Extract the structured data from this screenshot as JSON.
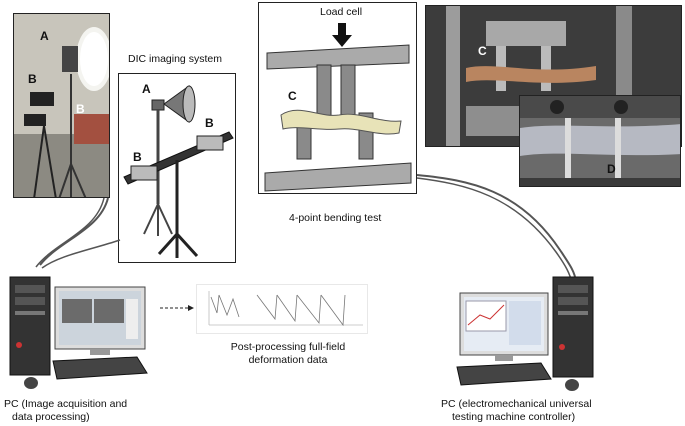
{
  "labels": {
    "dic_title": "DIC imaging system",
    "load_cell": "Load cell",
    "bending_test": "4-point bending test",
    "post_processing_1": "Post-processing full-field",
    "post_processing_2": "deformation data",
    "pc_left_1": "PC (Image acquisition and",
    "pc_left_2": "data processing)",
    "pc_right_1": "PC (electromechanical universal",
    "pc_right_2": "testing machine controller)"
  },
  "markers": {
    "a": "A",
    "b": "B",
    "c": "C",
    "d": "D"
  },
  "colors": {
    "line": "#222222",
    "cable": "#555555",
    "frame_gray": "#9a9a9a",
    "specimen": "#e8e3b8",
    "photo_bg": "#3a3a3a"
  }
}
